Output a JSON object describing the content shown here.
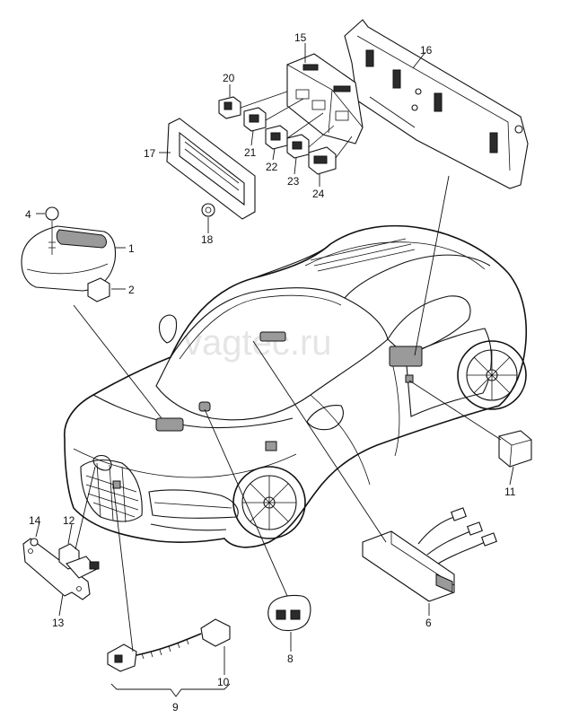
{
  "watermark": "vagtec.ru",
  "parts": {
    "p1": "1",
    "p2": "2",
    "p4": "4",
    "p6": "6",
    "p8": "8",
    "p9": "9",
    "p10": "10",
    "p11": "11",
    "p12": "12",
    "p13": "13",
    "p14": "14",
    "p15": "15",
    "p16": "16",
    "p17": "17",
    "p18": "18",
    "p20": "20",
    "p21": "21",
    "p22": "22",
    "p23": "23",
    "p24": "24"
  }
}
